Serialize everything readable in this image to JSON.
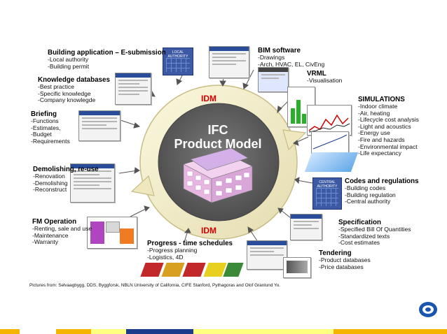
{
  "center": {
    "title_line1": "IFC",
    "title_line2": "Product Model",
    "idm_top": "IDM",
    "idm_bottom": "IDM"
  },
  "labels": [
    {
      "id": "building-application",
      "title": "Building application – E-submission",
      "items": [
        "-Local authority",
        "-Building permit"
      ]
    },
    {
      "id": "bim-software",
      "title": "BIM software",
      "items": [
        "-Drawings",
        "-Arch, HVAC, EL, CivEng"
      ]
    },
    {
      "id": "vrml",
      "title": "VRML",
      "items": [
        "-Visualisation"
      ]
    },
    {
      "id": "knowledge-databases",
      "title": "Knowledge databases",
      "items": [
        "-Best practice",
        "-Specific knowledge",
        "-Company knowlegde"
      ]
    },
    {
      "id": "simulations",
      "title": "SIMULATIONS",
      "items": [
        "-Indoor climate",
        "-Air, heating",
        "-Lifecycle cost analysis",
        "-Light and acoustics",
        "-Energy use",
        "-Fire and hazards",
        "-Environmental impact",
        "-Life expectancy"
      ]
    },
    {
      "id": "briefing",
      "title": "Briefing",
      "items": [
        "-Functions",
        "-Estimates,",
        "-Budget",
        "-Requirements"
      ]
    },
    {
      "id": "demolishing",
      "title": "Demolishing, re-use",
      "items": [
        "-Renovation",
        "-Demolishing",
        "-Reconstruct"
      ]
    },
    {
      "id": "codes-regulations",
      "title": "Codes and regulations",
      "items": [
        "-Building codes",
        "-Building regulation",
        "-Central authority"
      ]
    },
    {
      "id": "fm-operation",
      "title": "FM Operation",
      "items": [
        "-Renting, sale and use",
        "-Maintenance",
        "-Warranty"
      ]
    },
    {
      "id": "specification",
      "title": "Specification",
      "items": [
        "-Specified Bill Of Quantities",
        "-Standardized texts",
        "-Cost estimates"
      ]
    },
    {
      "id": "progress",
      "title": "Progress - time schedules",
      "items": [
        "-Progress planning",
        "-Logistics, 4D"
      ]
    },
    {
      "id": "tendering",
      "title": "Tendering",
      "items": [
        "-Product databases",
        "-Price databases"
      ]
    }
  ],
  "thumb_captions": {
    "local_authority": "LOCAL AUTHORITY",
    "central_authority": "CENTRAL AUTHORITY"
  },
  "credits": "Pictures from: Selvaagbygg, DDS, Byggforsk, NBLN University of California, CIFE Stanford, Pythagoras and Olof Granlund Yo.",
  "colors": {
    "ring_outer": "#f4f0c8",
    "ring_inner": "#d9d0a0",
    "core": "#5f5f5f",
    "idm": "#d40000",
    "footer": [
      "#f5b400",
      "#ffffff",
      "#f5b400",
      "#ffff80",
      "#1a3c8a",
      "#ffff80",
      "#f5b400"
    ]
  }
}
